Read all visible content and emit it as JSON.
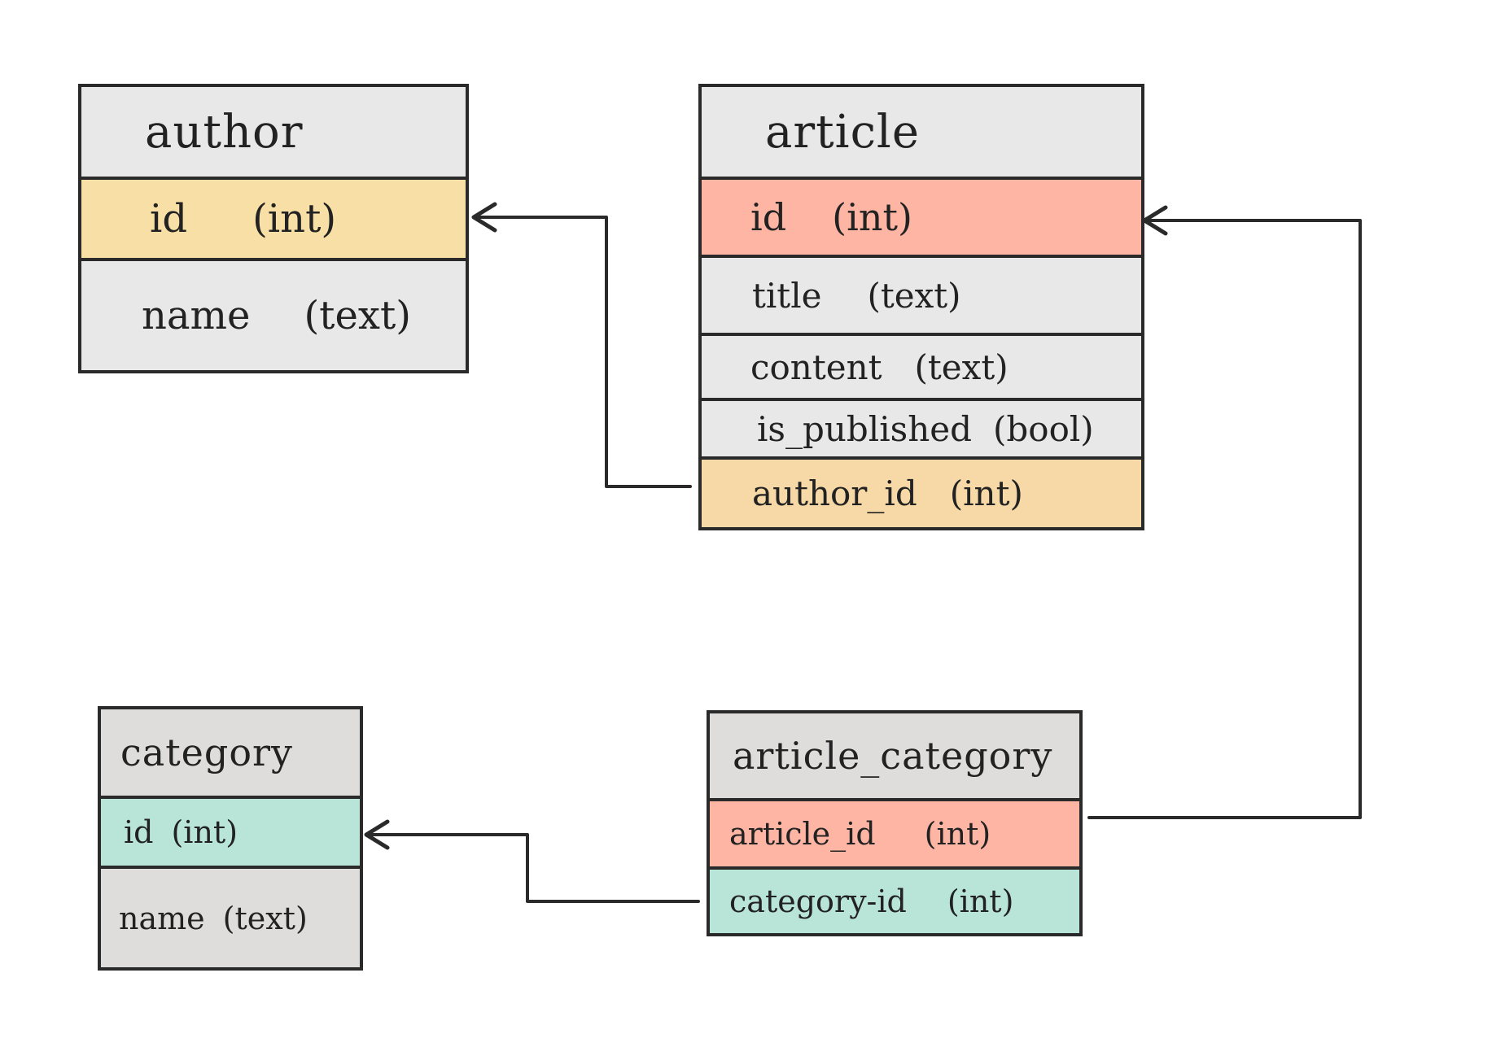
{
  "diagram": {
    "tables": [
      {
        "id": "author",
        "name": "author",
        "header_color": "#e8e8e8",
        "fields": [
          {
            "name": "id",
            "type": "(int)",
            "color": "#f8dfa6"
          },
          {
            "name": "name",
            "type": "(text)",
            "color": "#e8e8e8"
          }
        ]
      },
      {
        "id": "article",
        "name": "article",
        "header_color": "#e8e8e8",
        "fields": [
          {
            "name": "id",
            "type": "(int)",
            "color": "#feb5a3"
          },
          {
            "name": "title",
            "type": "(text)",
            "color": "#e8e8e8"
          },
          {
            "name": "content",
            "type": "(text)",
            "color": "#e8e8e8"
          },
          {
            "name": "is_published",
            "type": "(bool)",
            "color": "#e8e8e8"
          },
          {
            "name": "author_id",
            "type": "(int)",
            "color": "#f6d9a6"
          }
        ]
      },
      {
        "id": "category",
        "name": "category",
        "header_color": "#dedddb",
        "fields": [
          {
            "name": "id",
            "type": "(int)",
            "color": "#b9e5d8"
          },
          {
            "name": "name",
            "type": "(text)",
            "color": "#dedddb"
          }
        ]
      },
      {
        "id": "article_category",
        "name": "article_category",
        "header_color": "#dedddb",
        "fields": [
          {
            "name": "article_id",
            "type": "(int)",
            "color": "#feb5a3"
          },
          {
            "name": "category-id",
            "type": "(int)",
            "color": "#b9e5d8"
          }
        ]
      }
    ],
    "relations": [
      {
        "from": "article.author_id",
        "to": "author.id"
      },
      {
        "from": "article_category.article_id",
        "to": "article.id"
      },
      {
        "from": "article_category.category_id",
        "to": "category.id"
      }
    ],
    "line_color": "#2a2a2a"
  }
}
